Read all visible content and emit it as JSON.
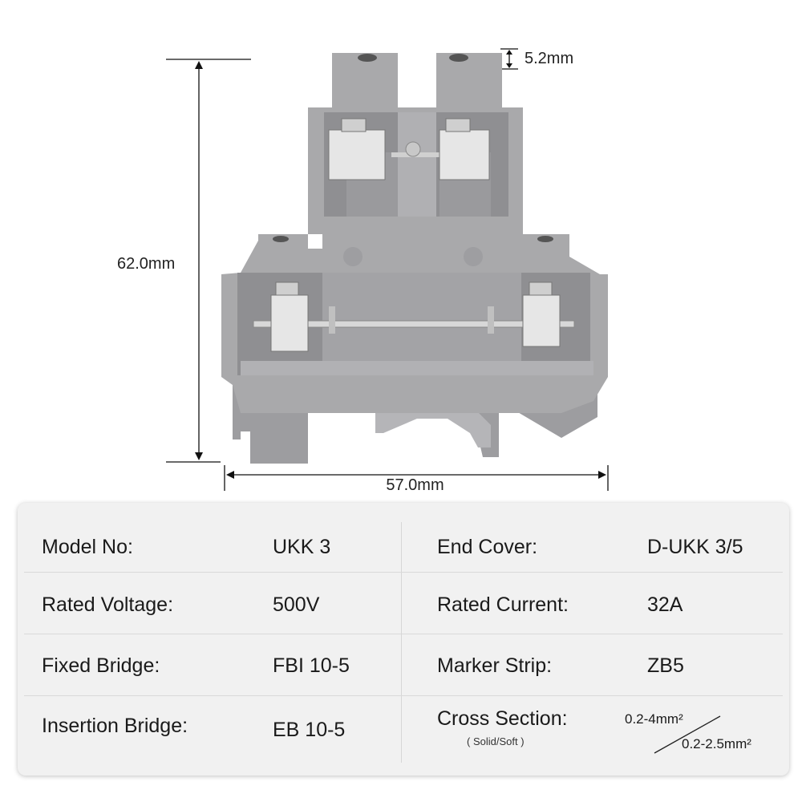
{
  "dimensions": {
    "terminal_hole": "5.2mm",
    "height": "62.0mm",
    "width": "57.0mm"
  },
  "colors": {
    "housing": "#a9a9ab",
    "housing_dark": "#8f8f92",
    "metal": "#e2e2e2",
    "table_bg": "#f1f1f1"
  },
  "specs": {
    "model_no": {
      "label": "Model No:",
      "value": "UKK 3"
    },
    "end_cover": {
      "label": "End Cover:",
      "value": "D-UKK 3/5"
    },
    "rated_voltage": {
      "label": "Rated Voltage:",
      "value": "500V"
    },
    "rated_current": {
      "label": "Rated Current:",
      "value": "32A"
    },
    "fixed_bridge": {
      "label": "Fixed Bridge:",
      "value": "FBI 10-5"
    },
    "marker_strip": {
      "label": "Marker Strip:",
      "value": "ZB5"
    },
    "insertion_bridge": {
      "label": "Insertion Bridge:",
      "value": "EB 10-5"
    },
    "cross_section": {
      "label": "Cross Section:",
      "sublabel": "( Solid/Soft )",
      "value_solid": "0.2-4mm²",
      "value_soft": "0.2-2.5mm²"
    }
  }
}
